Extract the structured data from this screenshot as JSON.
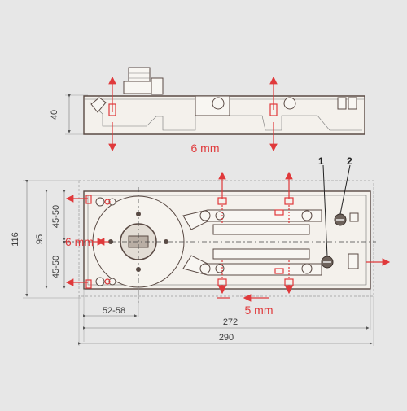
{
  "dimensions": {
    "side_height": "40",
    "side_adjust": "6 mm",
    "overall_width": "116",
    "inner_width": "95",
    "half_upper": "45-50",
    "half_lower": "45-50",
    "spindle_adjust": "6 mm",
    "lateral_adjust": "5 mm",
    "spindle_offset": "52-58",
    "body_length": "272",
    "overall_length": "290"
  },
  "callouts": {
    "one": "1",
    "two": "2"
  },
  "colors": {
    "background": "#e7e7e7",
    "adjust_arrows": "#e0393b",
    "outline": "#5a4a44"
  }
}
